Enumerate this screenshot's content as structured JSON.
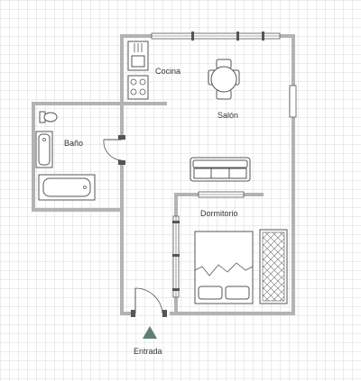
{
  "plan": {
    "rooms": {
      "kitchen": "Cocina",
      "living": "Salón",
      "bathroom": "Baño",
      "bedroom": "Dormitorio",
      "entrance": "Entrada"
    },
    "colors": {
      "background": "#ffffff",
      "grid": "#cfcfcf",
      "wall": "#b3b3b3",
      "fixture_stroke": "#555555",
      "entrance_marker": "#5f7f6f"
    }
  }
}
